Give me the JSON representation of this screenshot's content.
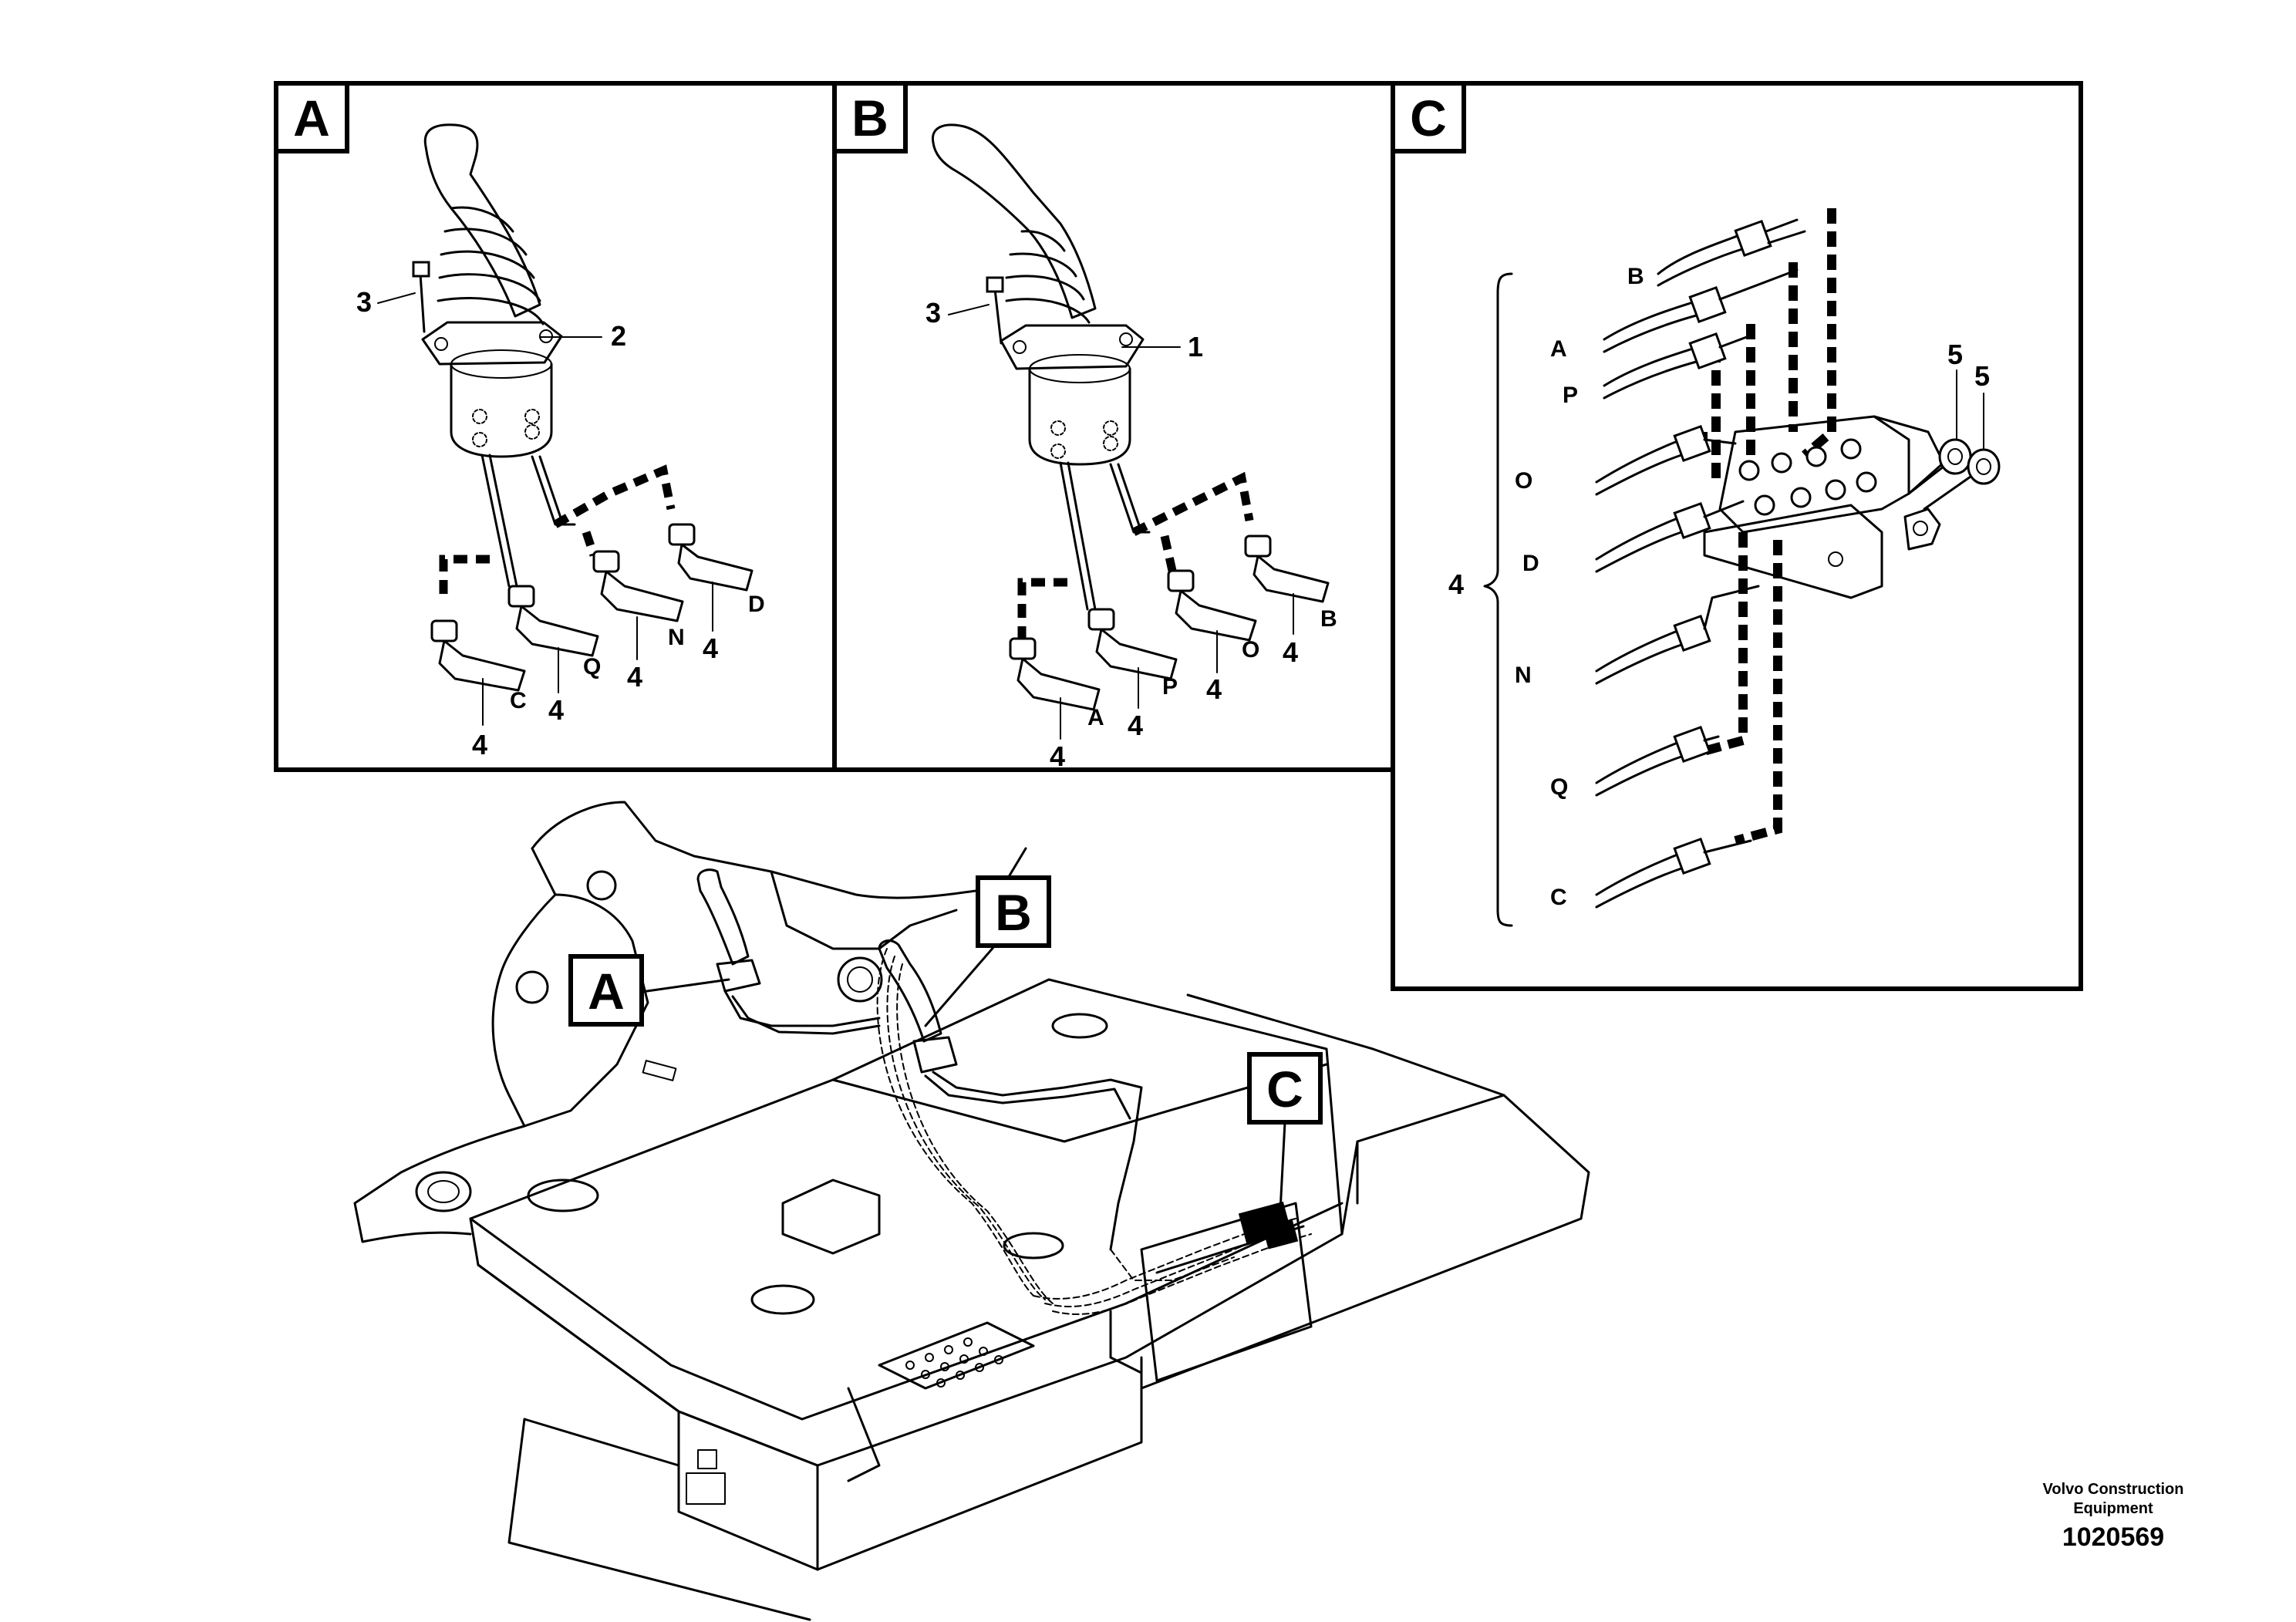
{
  "panels": {
    "a": {
      "letter": "A",
      "callouts": {
        "screw": "3",
        "joystick": "2",
        "hose": "4"
      },
      "ports": [
        "C",
        "Q",
        "N",
        "D"
      ]
    },
    "b": {
      "letter": "B",
      "callouts": {
        "screw": "3",
        "joystick": "1",
        "hose": "4"
      },
      "ports": [
        "A",
        "P",
        "O",
        "B"
      ]
    },
    "c": {
      "letter": "C",
      "callouts": {
        "hoses": "4",
        "nut": "5"
      },
      "ports": [
        "B",
        "A",
        "P",
        "O",
        "D",
        "N",
        "Q",
        "C"
      ]
    }
  },
  "overview": {
    "callouts": [
      "A",
      "B",
      "C"
    ]
  },
  "footer": {
    "company_line1": "Volvo Construction",
    "company_line2": "Equipment",
    "figure_number": "1020569"
  }
}
